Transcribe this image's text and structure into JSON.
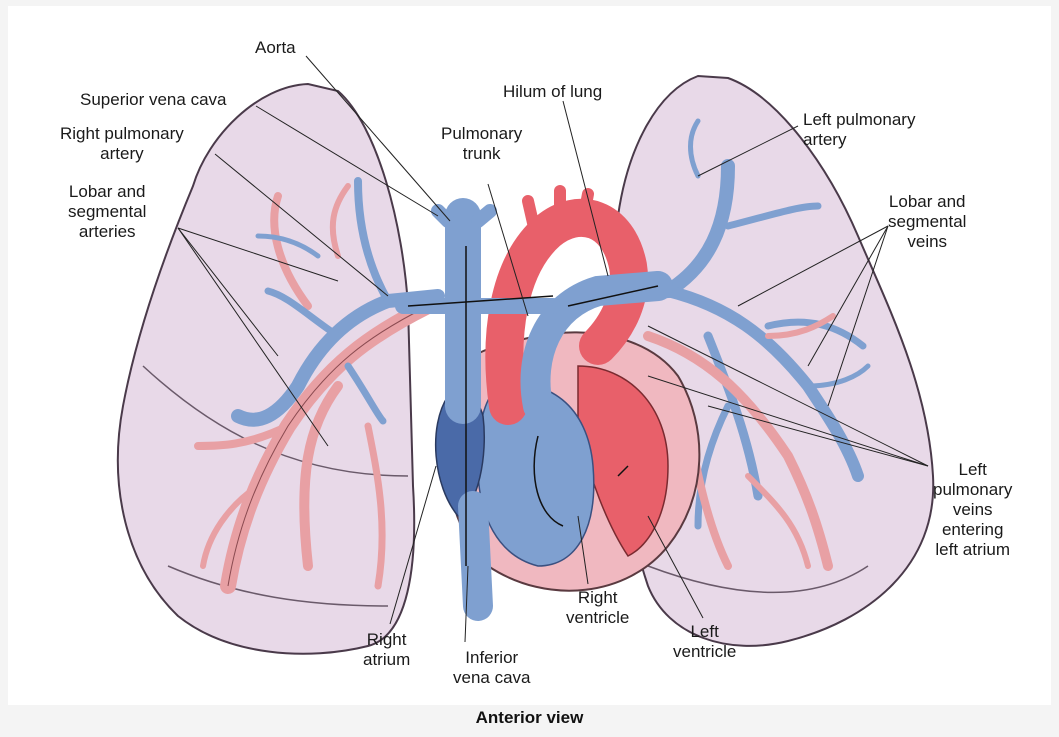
{
  "labels": {
    "aorta": "Aorta",
    "superior_vena_cava": "Superior vena cava",
    "right_pulmonary_artery": "Right pulmonary\nartery",
    "lobar_segmental_arteries": "Lobar and\nsegmental\narteries",
    "pulmonary_trunk": "Pulmonary\ntrunk",
    "hilum_of_lung": "Hilum of lung",
    "left_pulmonary_artery": "Left pulmonary\nartery",
    "lobar_segmental_veins": "Lobar and\nsegmental\nveins",
    "left_pulmonary_veins": "Left\npulmonary\nveins\nentering\nleft atrium",
    "right_atrium": "Right\natrium",
    "inferior_vena_cava": "Inferior\nvena cava",
    "right_ventricle": "Right\nventricle",
    "left_ventricle": "Left\nventricle"
  },
  "caption": "Anterior view",
  "colors": {
    "lung": "#e8d9e8",
    "lung_outline": "#4a3a4a",
    "artery_red": "#e8606a",
    "artery_pink": "#e8a0a4",
    "vein_blue": "#7fa0d0",
    "vein_dark": "#4a6aa8",
    "heart_pink": "#f0b8c0"
  }
}
